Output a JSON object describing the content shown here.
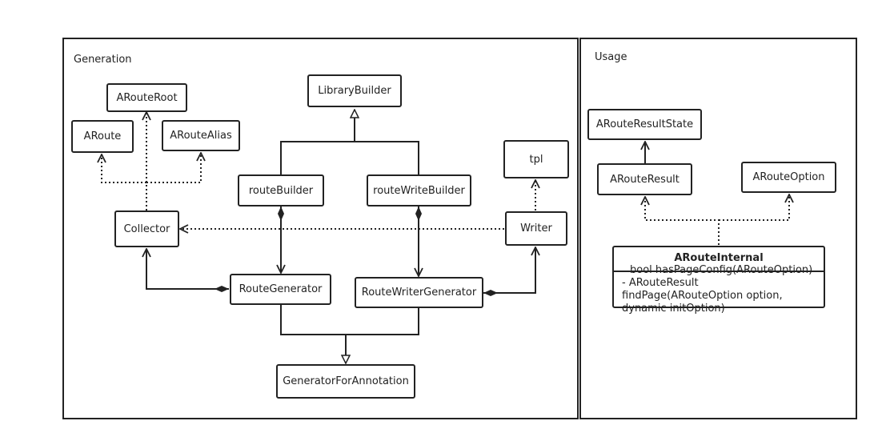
{
  "packages": {
    "generation": "Generation",
    "usage": "Usage"
  },
  "classes": {
    "aroute_root": "ARouteRoot",
    "aroute": "ARoute",
    "aroute_alias": "ARouteAlias",
    "library_builder": "LibraryBuilder",
    "route_builder": "routeBuilder",
    "route_write_builder": "routeWriteBuilder",
    "tpl": "tpl",
    "collector": "Collector",
    "writer": "Writer",
    "route_generator": "RouteGenerator",
    "route_writer_generator": "RouteWriterGenerator",
    "generator_for_annotation": "GeneratorForAnnotation",
    "aroute_result_state": "ARouteResultState",
    "aroute_result": "ARouteResult",
    "aroute_option": "ARouteOption"
  },
  "internal": {
    "name": "ARouteInternal",
    "method1": "bool hasPageConfig(ARouteOption)",
    "method2_a": "- ARouteResult",
    "method2_b": "findPage(ARouteOption option,",
    "method2_c": "dynamic initOption)"
  }
}
